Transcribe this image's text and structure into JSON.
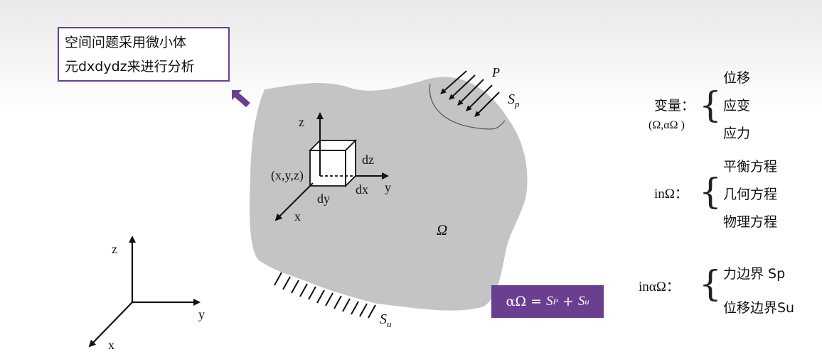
{
  "callout": {
    "line1": "空间问题采用微小体",
    "line2": "元dxdydz来进行分析"
  },
  "diagram": {
    "load_label": "P",
    "surface_load": "S",
    "surface_load_sub": "p",
    "surface_disp": "S",
    "surface_disp_sub": "u",
    "domain": "Ω",
    "cube_z": "z",
    "cube_y": "y",
    "cube_x": "x",
    "cube_point": "(x,y,z)",
    "cube_dz": "dz",
    "cube_dy": "dy",
    "cube_dx": "dx",
    "axes_z": "z",
    "axes_y": "y",
    "axes_x": "x"
  },
  "formula": {
    "lhs": "αΩ =",
    "sp": "S",
    "sp_sub": "P",
    "plus": " + ",
    "su": "S",
    "su_sub": "u"
  },
  "variables": {
    "label": "变量：",
    "sub": "(Ω,αΩ )",
    "items": [
      "位移",
      "应变",
      "应力"
    ]
  },
  "in_domain": {
    "label": "inΩ：",
    "items": [
      "平衡方程",
      "几何方程",
      "物理方程"
    ]
  },
  "on_boundary": {
    "label": "inαΩ：",
    "items": [
      "力边界 Sp",
      "位移边界Su"
    ]
  }
}
